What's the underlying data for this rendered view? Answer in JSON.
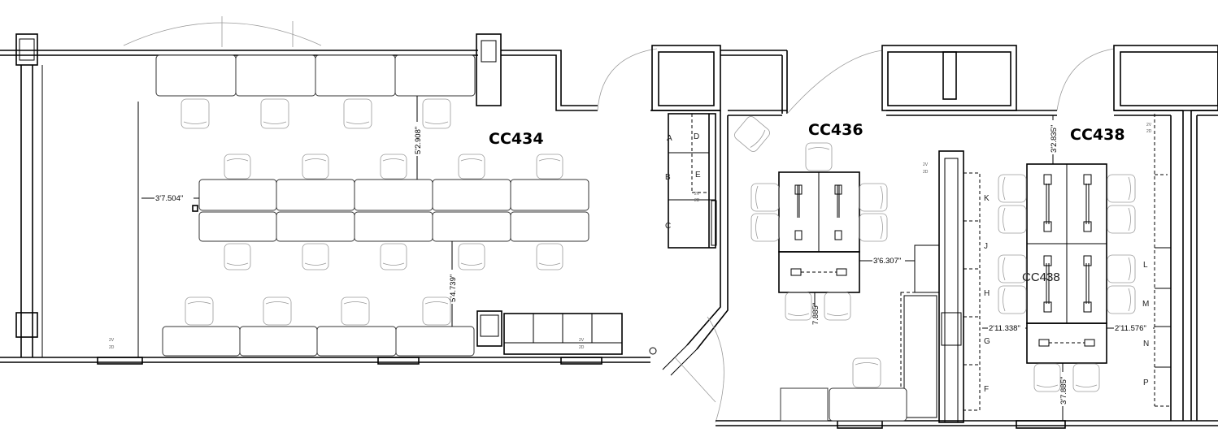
{
  "rooms": {
    "cc434": "CC434",
    "cc436": "CC436",
    "cc438": "CC438",
    "cc438_table_label": "CC438"
  },
  "dimensions": {
    "left_offset_434": "3'7.504\"",
    "top_gap_434": "5'2.908\"",
    "bottom_gap_434": "5'4.739\"",
    "right_gap_436": "3'6.307\"",
    "bottom_gap_436": "7.885\"",
    "top_gap_438": "3'2.835\"",
    "left_gap_438": "2'11.338\"",
    "right_gap_438": "2'11.576\"",
    "bottom_gap_438": "3'7.885\""
  },
  "zones": [
    "A",
    "B",
    "C",
    "D",
    "E",
    "F",
    "G",
    "H",
    "J",
    "K",
    "L",
    "M",
    "N",
    "P"
  ],
  "outlet_tags": {
    "voice": "2V",
    "data": "2D"
  }
}
